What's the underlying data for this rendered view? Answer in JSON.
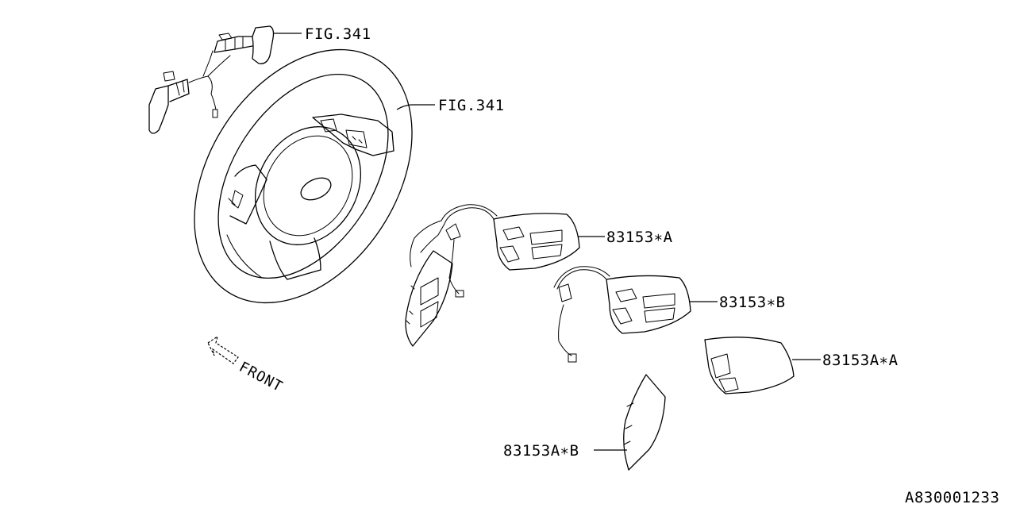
{
  "callouts": {
    "fig_paddles": "FIG.341",
    "fig_wheel": "FIG.341",
    "switch_a": "83153∗A",
    "switch_b": "83153∗B",
    "cover_a": "83153A∗A",
    "cover_b": "83153A∗B"
  },
  "front_label": "FRONT",
  "diagram_code": "A830001233"
}
